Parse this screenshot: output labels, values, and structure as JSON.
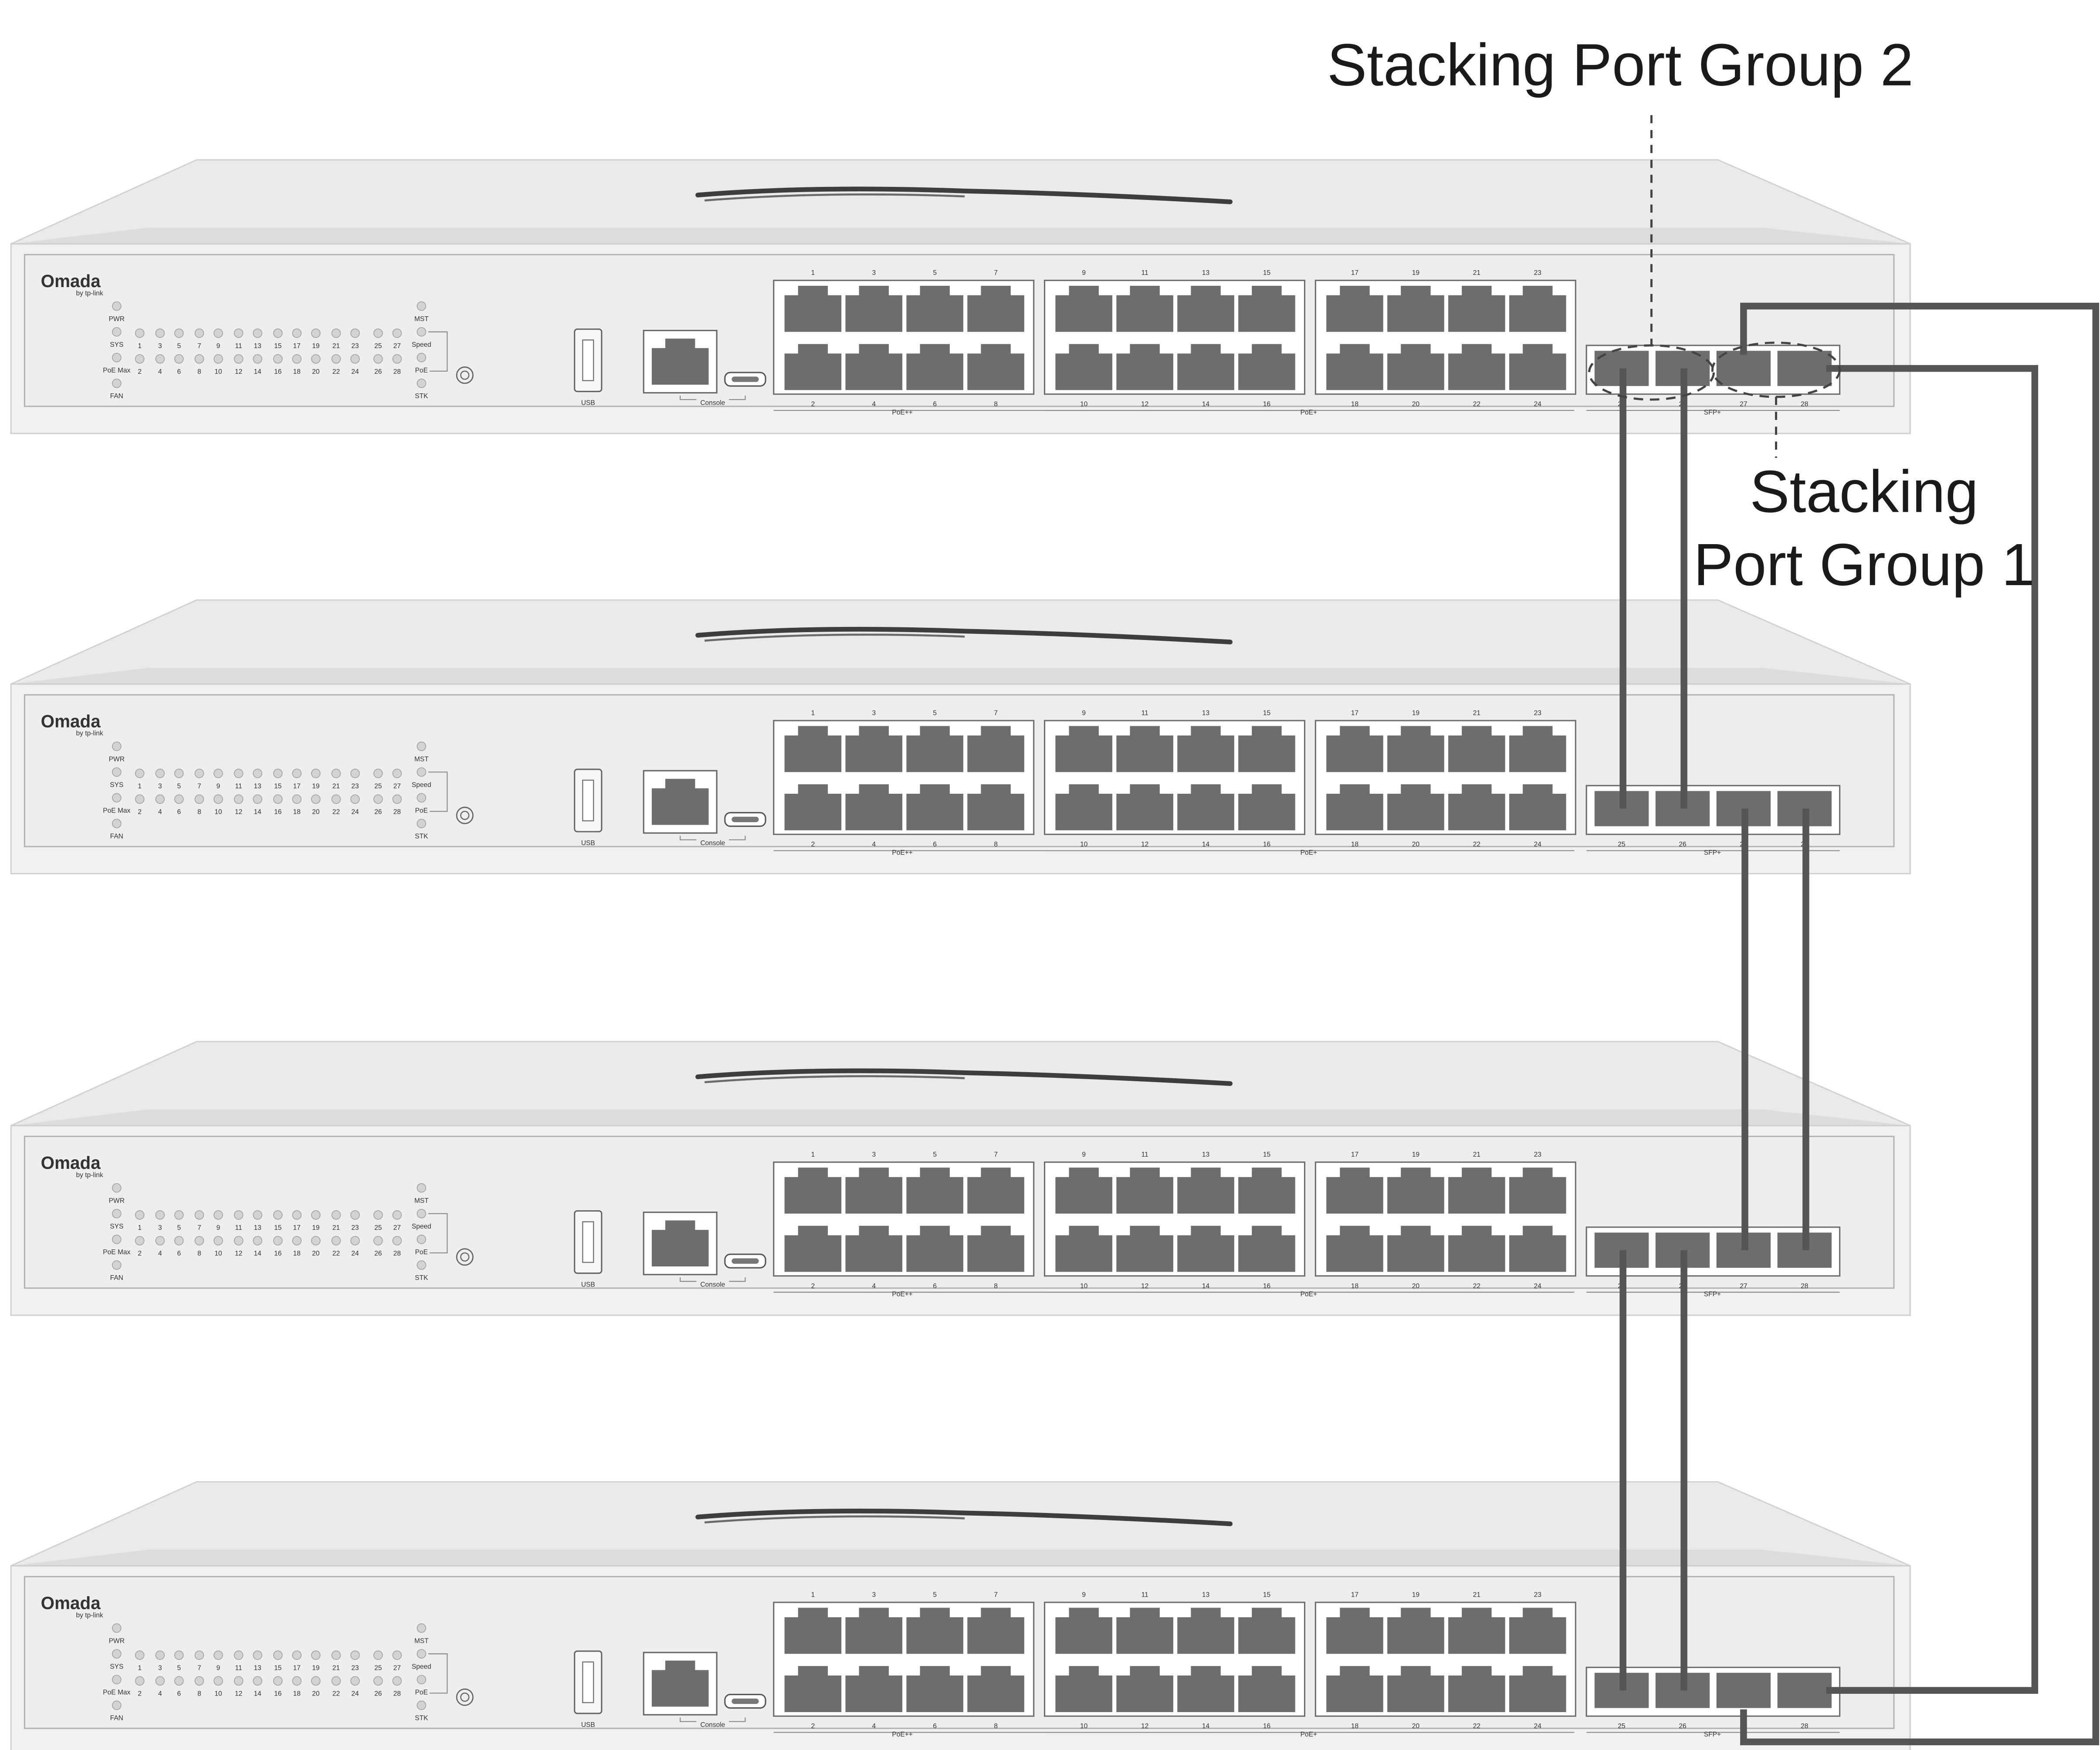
{
  "callouts": {
    "group2": "Stacking Port Group 2",
    "group1_line1": "Stacking",
    "group1_line2": "Port Group 1"
  },
  "switch_labels": {
    "brand": "Omada",
    "by": "by tp-link",
    "pwr": "PWR",
    "sys": "SYS",
    "poe_max": "PoE Max",
    "fan": "FAN",
    "mst": "MST",
    "speed": "Speed",
    "poe": "PoE",
    "stk": "STK",
    "usb": "USB",
    "console": "Console",
    "group_a": "PoE++",
    "group_b": "PoE+",
    "sfp": "SFP+"
  },
  "led_top_numbers": [
    "1",
    "3",
    "5",
    "7",
    "9",
    "11",
    "13",
    "15",
    "17",
    "19",
    "21",
    "23",
    "25",
    "27"
  ],
  "led_bottom_numbers": [
    "2",
    "4",
    "6",
    "8",
    "10",
    "12",
    "14",
    "16",
    "18",
    "20",
    "22",
    "24",
    "26",
    "28"
  ],
  "rj45_top_numbers": [
    "1",
    "3",
    "5",
    "7",
    "9",
    "11",
    "13",
    "15",
    "17",
    "19",
    "21",
    "23"
  ],
  "rj45_bottom_numbers": [
    "2",
    "4",
    "6",
    "8",
    "10",
    "12",
    "14",
    "16",
    "18",
    "20",
    "22",
    "24"
  ],
  "sfp_numbers": [
    "25",
    "26",
    "27",
    "28"
  ],
  "switches": [
    {
      "name": "switch-1"
    },
    {
      "name": "switch-2"
    },
    {
      "name": "switch-3"
    },
    {
      "name": "switch-4"
    }
  ],
  "colors": {
    "panel": "#eeeeee",
    "top_light": "#eaeaea",
    "top_dark": "#dcdcdc",
    "port": "#6d6d6d",
    "cable": "#555555",
    "outline": "#b9b9b9"
  }
}
